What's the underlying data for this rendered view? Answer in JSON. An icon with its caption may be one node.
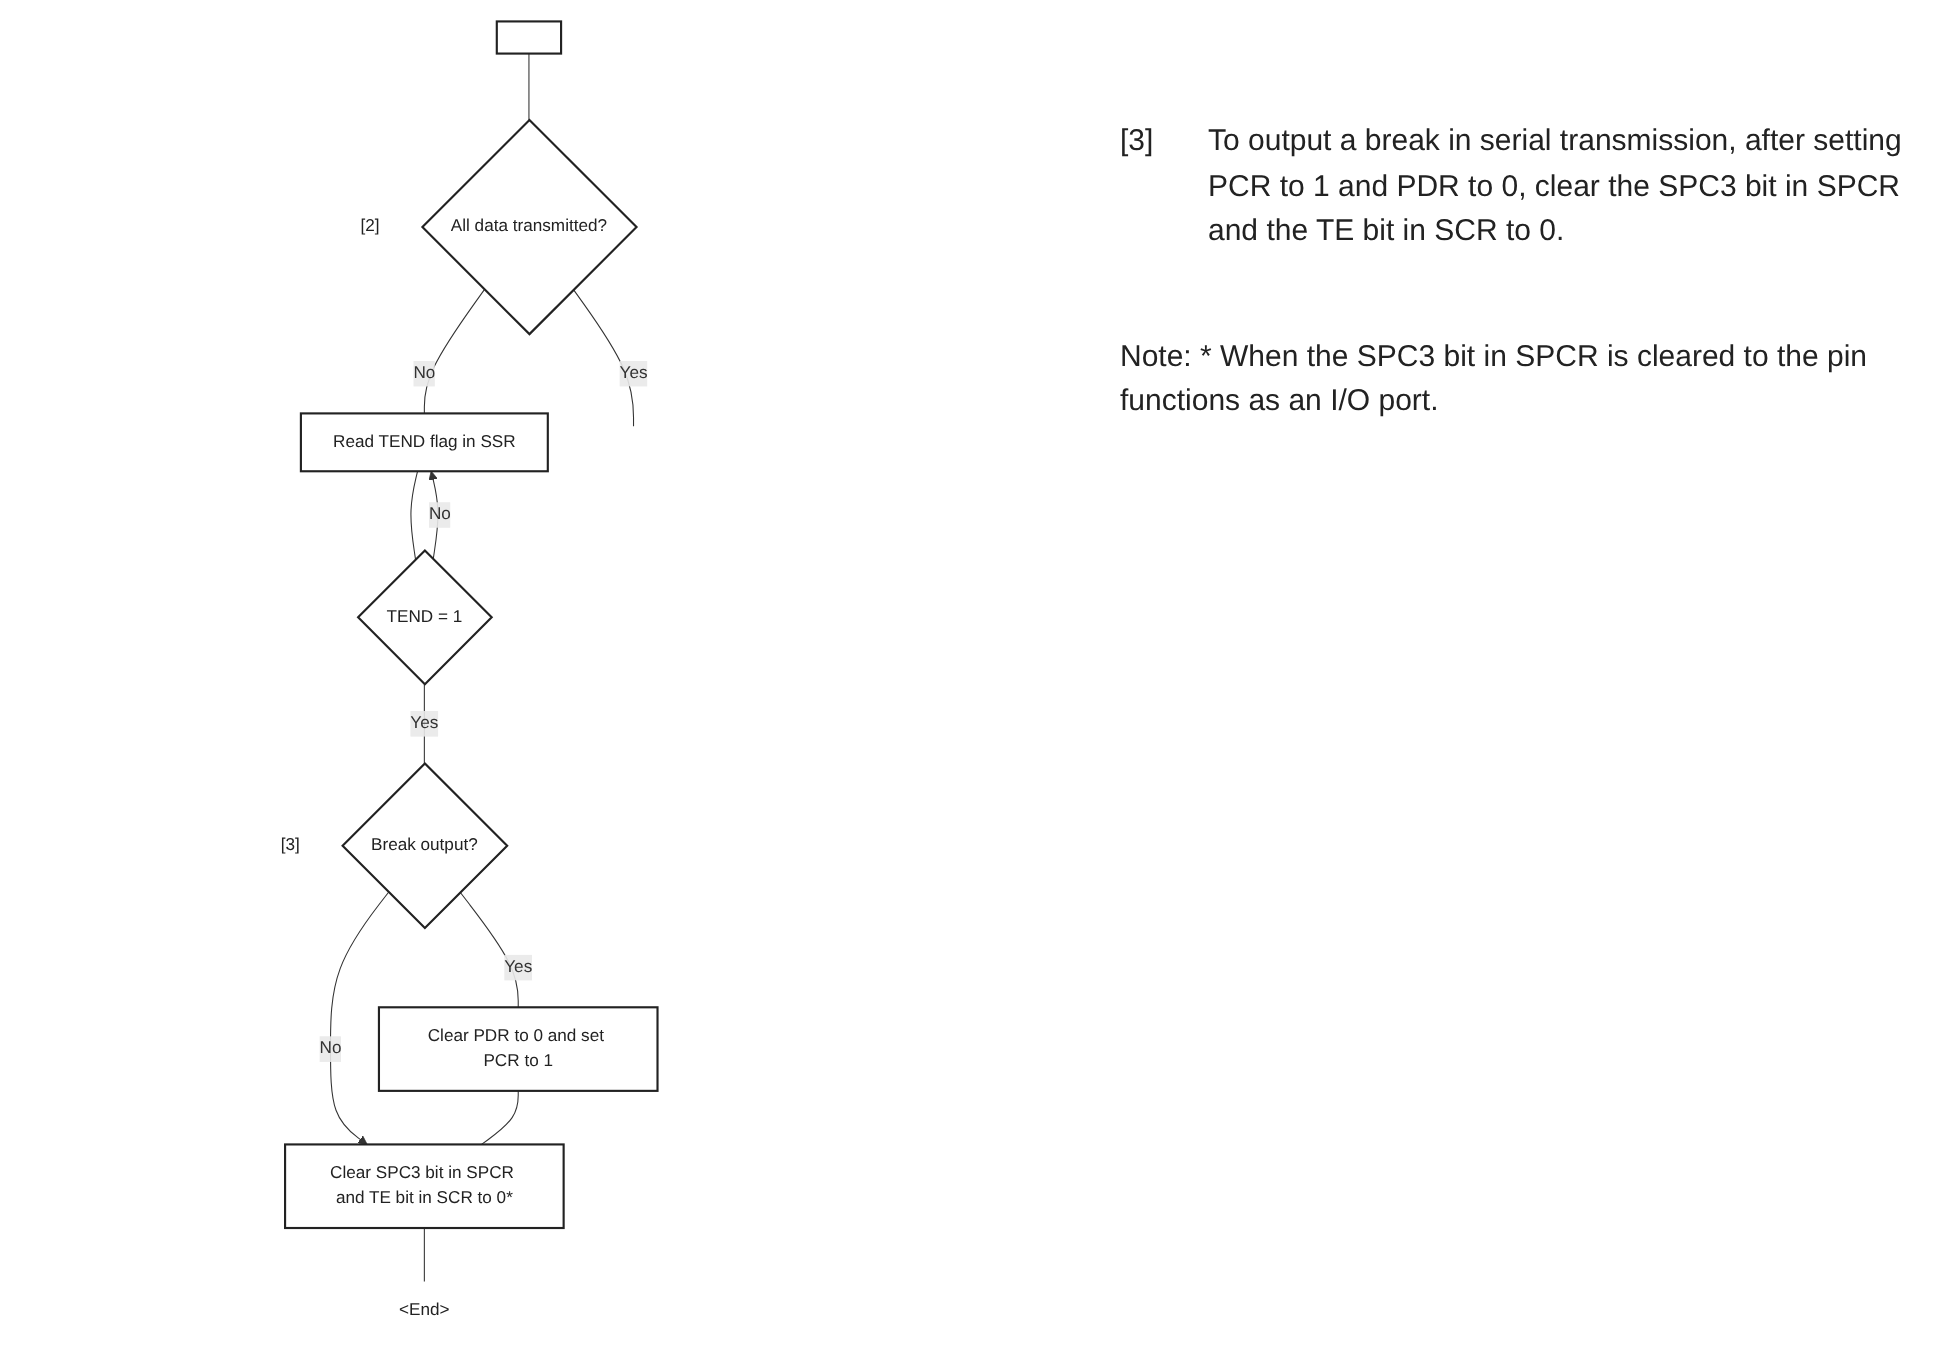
{
  "diagram": {
    "nodes": [
      {
        "text": [],
        "shape": "box"
      },
      {
        "text": [
          "All data transmitted?"
        ],
        "beside": [
          "[2]"
        ]
      },
      {
        "text": [
          "Read TEND flag in SSR"
        ]
      },
      {
        "text": [
          "TEND = 1"
        ]
      },
      {
        "text": [
          "Break output?"
        ],
        "beside": [
          "[3]"
        ]
      },
      {
        "text": [
          "Clear PDR to 0 and set PCR to 1"
        ]
      },
      {
        "text": [
          "Clear SPC3 bit in SPCR and TE bit in SCR to 0*"
        ]
      },
      {
        "text": [
          "<End>"
        ]
      }
    ],
    "edges": [
      {
        "from": 0,
        "to": 1,
        "arrow": "none"
      },
      {
        "from": 1,
        "to": 2,
        "arrow": "none",
        "label": "No"
      },
      {
        "from": 1,
        "to": null,
        "arrow": "none",
        "label": "Yes"
      },
      {
        "from": 2,
        "to": 3,
        "arrow": "none"
      },
      {
        "from": 3,
        "to": 2,
        "arrow": "to",
        "label": "No"
      },
      {
        "from": 3,
        "to": 4,
        "arrow": "none",
        "label": "Yes"
      },
      {
        "from": 4,
        "to": 5,
        "arrow": "none",
        "label": "Yes"
      },
      {
        "from": 4,
        "to": 6,
        "arrow": "to",
        "label": "No"
      },
      {
        "from": 5,
        "to": 6,
        "arrow": "none"
      },
      {
        "from": 6,
        "to": 7,
        "arrow": "none"
      }
    ],
    "labels": [
      "[3]",
      "To output a break in serial transmission, after setting PCR to 1 and PDR to 0, clear the SPC3 bit in SPCR and the TE bit in SCR to 0.",
      "Note: * When the SPC3 bit in SPCR is cleared to the pin functions as an I/O port."
    ]
  }
}
